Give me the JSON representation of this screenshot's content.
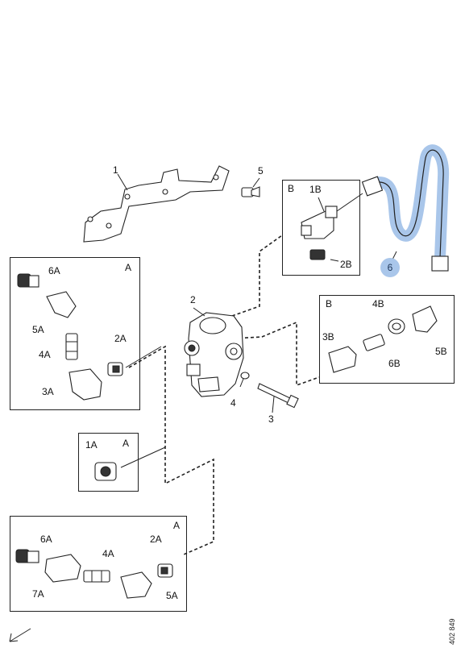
{
  "callouts": {
    "main_1": "1",
    "main_5": "5",
    "main_2": "2",
    "main_3": "3",
    "main_4": "4",
    "main_6": "6"
  },
  "box_b_top": {
    "corner": "B",
    "lbl_1b": "1B",
    "lbl_2b": "2B"
  },
  "box_a_left": {
    "corner": "A",
    "lbl_6a": "6A",
    "lbl_5a": "5A",
    "lbl_4a": "4A",
    "lbl_3a": "3A",
    "lbl_2a": "2A"
  },
  "box_b_right": {
    "corner": "B",
    "lbl_4b": "4B",
    "lbl_3b": "3B",
    "lbl_6b": "6B",
    "lbl_5b": "5B"
  },
  "box_a_small": {
    "corner": "A",
    "lbl_1a": "1A"
  },
  "box_a_bottom": {
    "corner": "A",
    "lbl_6a": "6A",
    "lbl_7a": "7A",
    "lbl_4a": "4A",
    "lbl_2a": "2A",
    "lbl_5a": "5A"
  },
  "doc_number": "402 849",
  "colors": {
    "highlight": "#a9c6ea",
    "line": "#222222"
  }
}
